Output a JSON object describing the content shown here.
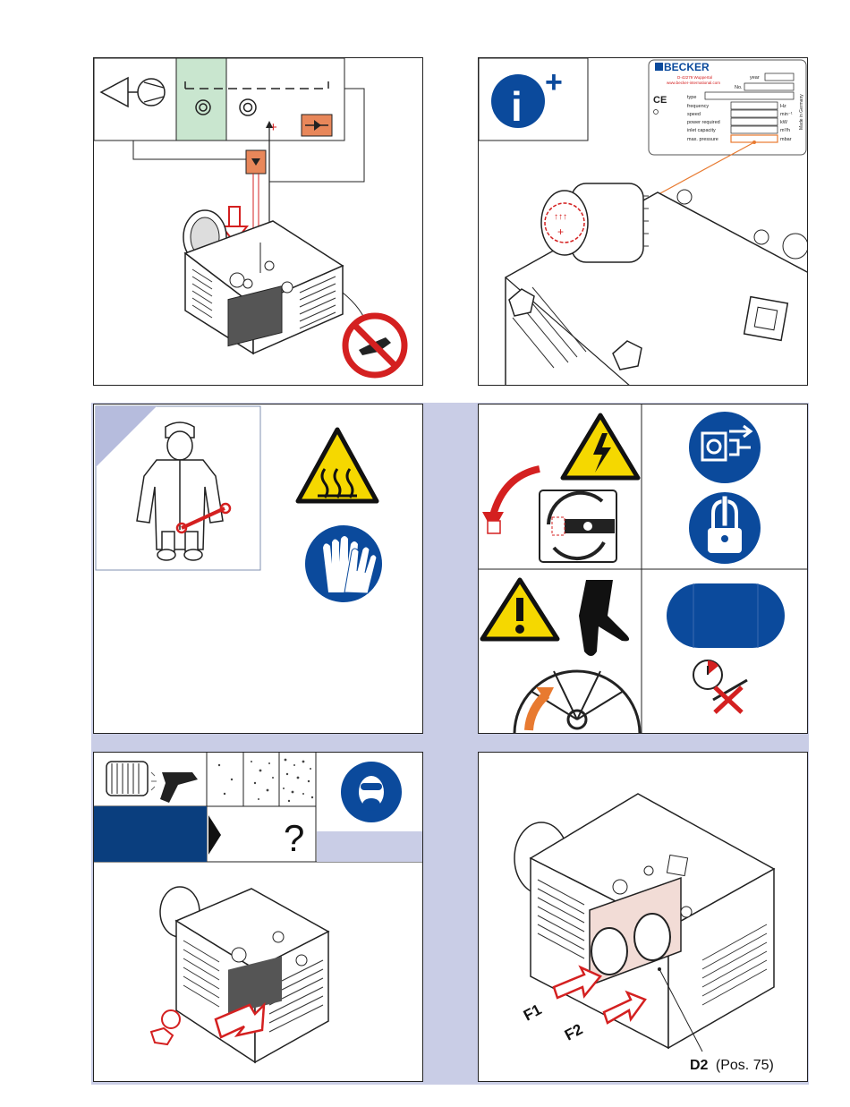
{
  "nameplate": {
    "brand": "BECKER",
    "address": "D-42279 Wuppertal",
    "website": "www.becker-international.com",
    "year_label": "year",
    "no_label": "No.",
    "ce_mark": "CE",
    "side_text": "Made in Germany",
    "rows": [
      {
        "label": "type",
        "unit": ""
      },
      {
        "label": "frequency",
        "unit": "Hz"
      },
      {
        "label": "speed",
        "unit": "min⁻¹"
      },
      {
        "label": "power required",
        "unit": "kW"
      },
      {
        "label": "inlet capacity",
        "unit": "m³/h"
      },
      {
        "label": "max. pressure",
        "unit": "mbar"
      }
    ]
  },
  "valve_diagram": {
    "plus_sign": "+"
  },
  "info_icon": {
    "letter": "i",
    "plus": "+"
  },
  "dust_panel": {
    "question": "?"
  },
  "filters": {
    "f1": "F1",
    "f2": "F2",
    "seal_code": "D2",
    "seal_pos": "(Pos. 75)"
  },
  "colors": {
    "accent_blue": "#0b4a9c",
    "warning_yellow": "#f5d800",
    "prohibition_red": "#d42020",
    "band": "#c9cde6",
    "dark_blue": "#0a3e7e"
  }
}
